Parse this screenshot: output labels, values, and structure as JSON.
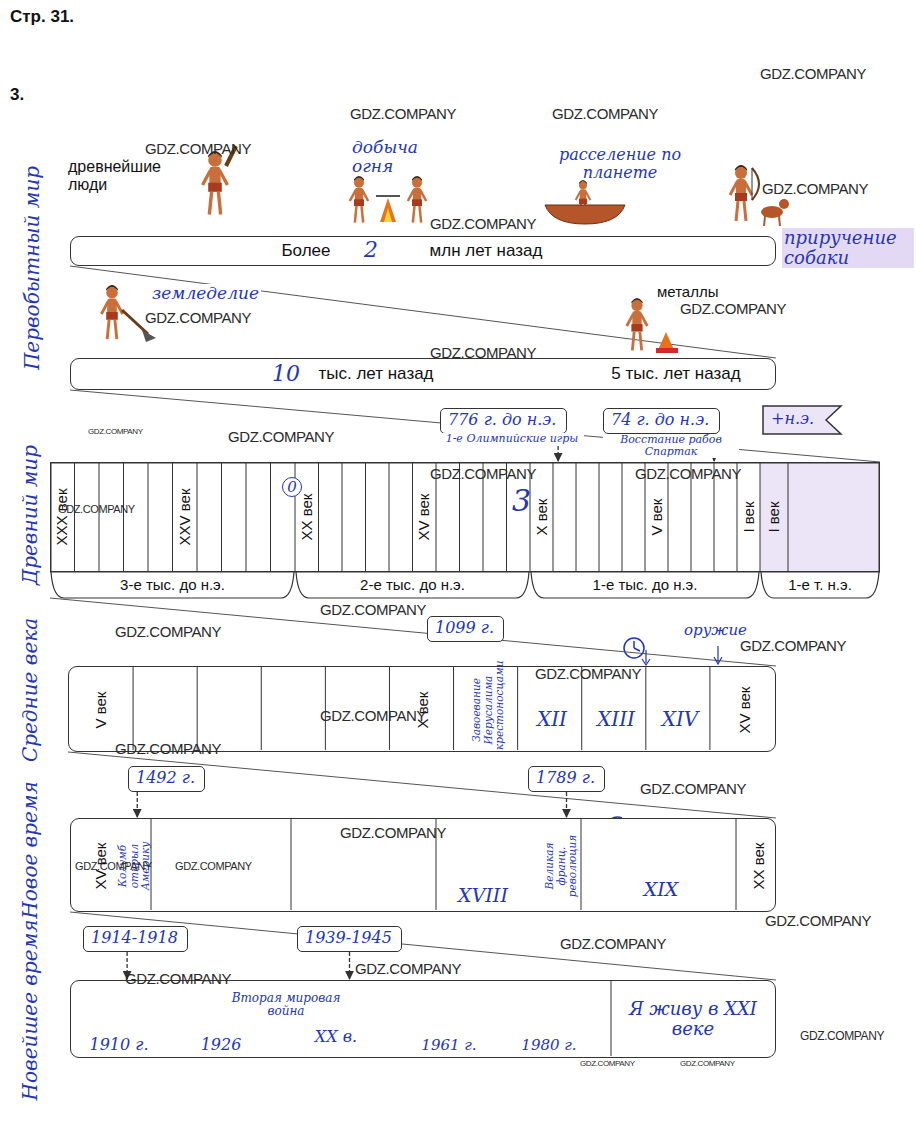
{
  "diagram": {
    "nodes": [
      {
        "text": [
          "Более",
          "2",
          "млн лет назад"
        ]
      },
      {
        "text": [
          "10",
          "тыс. лет назад",
          "5 тыс. лет назад"
        ]
      },
      {
        "text": [
          "776 г. до н.э."
        ]
      },
      {
        "text": [
          "74 г. до н.э."
        ]
      },
      {
        "text": [
          "+н.э."
        ]
      },
      {
        "text": [
          "XXX век",
          "XXV век",
          "XX век",
          "XV век",
          "X век",
          "V век",
          "I век",
          "I век",
          "3-е тыс. до н.э.",
          "2-е тыс. до н.э.",
          "1-е тыс. до н.э.",
          "1-е т. н.э."
        ]
      },
      {
        "text": [
          "1099 г."
        ]
      },
      {
        "text": [
          "V век",
          "X век",
          "Завоевание Иерусалима крестоносцами",
          "XII",
          "XIII",
          "XIV",
          "XV век"
        ]
      },
      {
        "text": [
          "1492 г."
        ]
      },
      {
        "text": [
          "1789 г."
        ]
      },
      {
        "text": [
          "XV век",
          "Колумб открыл Америку",
          "XVIII",
          "Великая франц. революция",
          "XIX",
          "XX век"
        ]
      },
      {
        "text": [
          "1914-1918"
        ]
      },
      {
        "text": [
          "1939-1945"
        ]
      },
      {
        "text": [
          "1910 г.",
          "1926",
          "Вторая мировая война",
          "XX в.",
          "1961 г.",
          "1980 г.",
          "Я живу в XXI веке"
        ]
      }
    ],
    "edges": [
      {
        "from": 2,
        "to": 5,
        "arrow": "to"
      },
      {
        "from": 3,
        "to": 5,
        "arrow": "to"
      },
      {
        "from": 8,
        "to": 10,
        "arrow": "to"
      },
      {
        "from": 9,
        "to": 10,
        "arrow": "to"
      },
      {
        "from": 11,
        "to": 13,
        "arrow": "to"
      },
      {
        "from": 12,
        "to": 13,
        "arrow": "to"
      }
    ],
    "labels": [
      "Стр. 31.",
      "3.",
      "древнейшие люди",
      "добыча огня",
      "расселение по планете",
      "приручение собаки",
      "земледелие",
      "металлы",
      "1-е Олимпийские игры",
      "Восстание рабов Спартак",
      "0",
      "3",
      "оружие",
      "Первобытный мир",
      "Древний мир",
      "Средние века",
      "Новое время",
      "Новейшее время",
      "GDZ.COMPANY",
      "GDZ.COMPANY",
      "GDZ.COMPANY",
      "GDZ.COMPANY",
      "GDZ.COMPANY",
      "GDZ.COMPANY",
      "GDZ.COMPANY",
      "GDZ.COMPANY",
      "GDZ.COMPANY",
      "GDZ.COMPANY",
      "GDZ.COMPANY",
      "GDZ.COMPANY",
      "GDZ.COMPANY",
      "GDZ.COMPANY",
      "GDZ.COMPANY",
      "GDZ.COMPANY",
      "GDZ.COMPANY",
      "GDZ.COMPANY",
      "GDZ.COMPANY",
      "GDZ.COMPANY",
      "GDZ.COMPANY",
      "GDZ.COMPANY",
      "GDZ.COMPANY",
      "GDZ.COMPANY",
      "GDZ.COMPANY",
      "GDZ.COMPANY",
      "GDZ.COMPANY",
      "GDZ.COMPANY",
      "GDZ.COMPANY",
      "GDZ.COMPANY",
      "GDZ.COMPANY"
    ]
  }
}
